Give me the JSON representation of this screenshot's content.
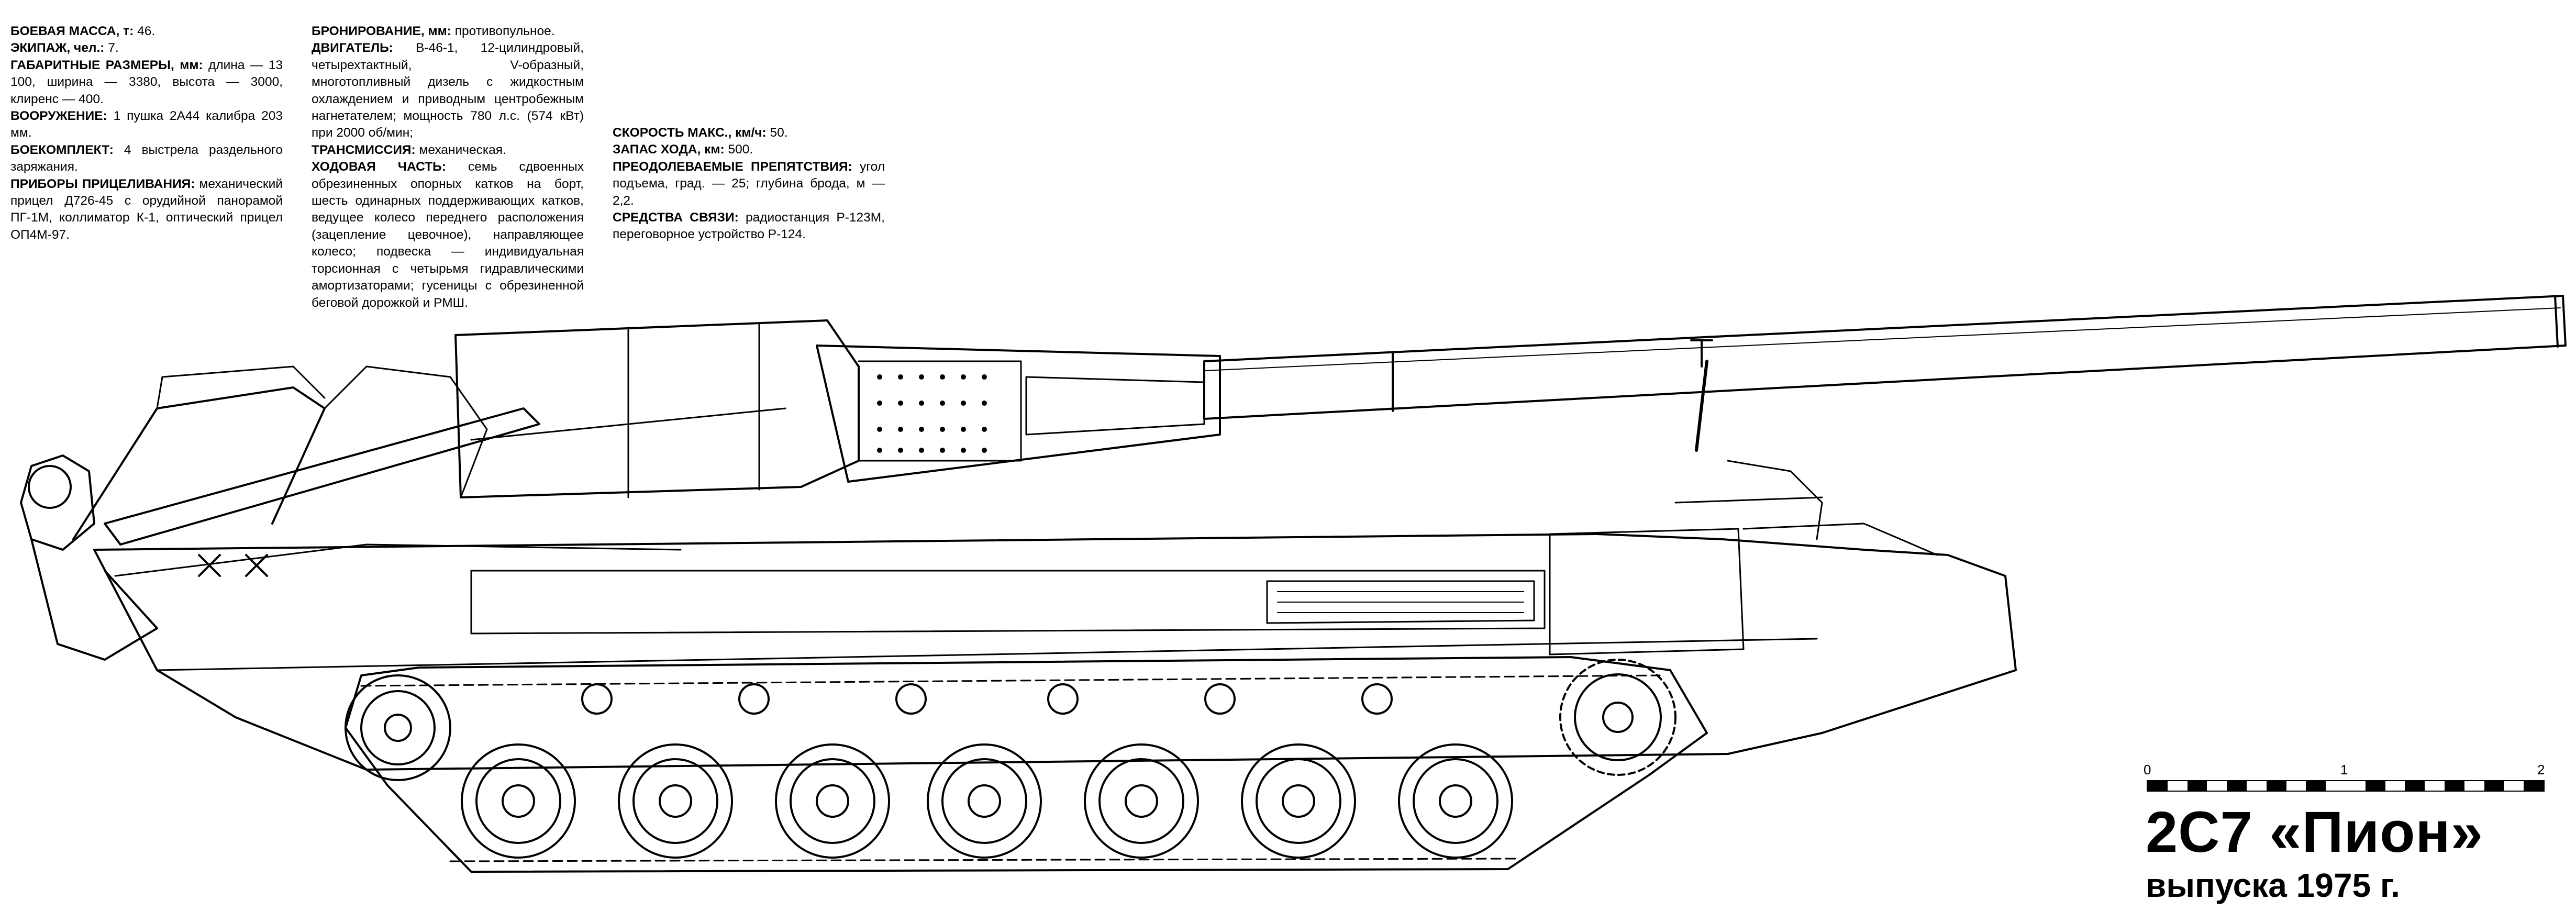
{
  "specs": {
    "col1": [
      {
        "label": "БОЕВАЯ МАССА, т:",
        "value": " 46."
      },
      {
        "label": "ЭКИПАЖ, чел.:",
        "value": " 7."
      },
      {
        "label": "ГАБАРИТНЫЕ РАЗМЕРЫ, мм:",
        "value": " длина — 13 100, ширина — 3380, высота — 3000, клиренс — 400."
      },
      {
        "label": "ВООРУЖЕНИЕ:",
        "value": " 1 пушка 2А44 калибра 203 мм."
      },
      {
        "label": "БОЕКОМПЛЕКТ:",
        "value": " 4 выстрела раздельного заряжания."
      },
      {
        "label": "ПРИБОРЫ ПРИЦЕЛИВАНИЯ:",
        "value": " механический прицел Д726-45 с орудийной панорамой ПГ-1М, коллиматор К-1, оптический прицел ОП4М-97."
      }
    ],
    "col2": [
      {
        "label": "БРОНИРОВАНИЕ, мм:",
        "value": " противопульное."
      },
      {
        "label": "ДВИГАТЕЛЬ:",
        "value": " В-46-1, 12-цилиндровый, четырехтактный, V-образный, многотопливный дизель с жидкостным охлаждением и приводным центробежным нагнетателем; мощность 780 л.с. (574 кВт) при 2000 об/мин;"
      },
      {
        "label": "ТРАНСМИССИЯ:",
        "value": " механическая."
      },
      {
        "label": "ХОДОВАЯ ЧАСТЬ:",
        "value": " семь сдвоенных обрезиненных опорных катков на борт, шесть одинарных поддерживающих катков, ведущее колесо переднего расположения (зацепление цевочное), направляющее колесо; подвеска — индивидуальная торсионная с четырьмя гидравлическими амортизаторами; гусеницы с обрезиненной беговой дорожкой и РМШ."
      }
    ],
    "col3": [
      {
        "label": "",
        "value": ""
      },
      {
        "label": "СКОРОСТЬ МАКС., км/ч:",
        "value": " 50."
      },
      {
        "label": "ЗАПАС ХОДА, км:",
        "value": " 500."
      },
      {
        "label": "ПРЕОДОЛЕВАЕМЫЕ ПРЕПЯТСТВИЯ:",
        "value": " угол подъема, град. — 25; глубина брода, м — 2,2."
      },
      {
        "label": "СРЕДСТВА СВЯЗИ:",
        "value": " радиостанция Р-123М, переговорное устройство Р-124."
      }
    ]
  },
  "scale": {
    "labels": [
      "0",
      "1",
      "2"
    ]
  },
  "title": "2С7 «Пион»",
  "subtitle": "выпуска 1975 г.",
  "colors": {
    "ink": "#000000",
    "paper": "#ffffff"
  }
}
